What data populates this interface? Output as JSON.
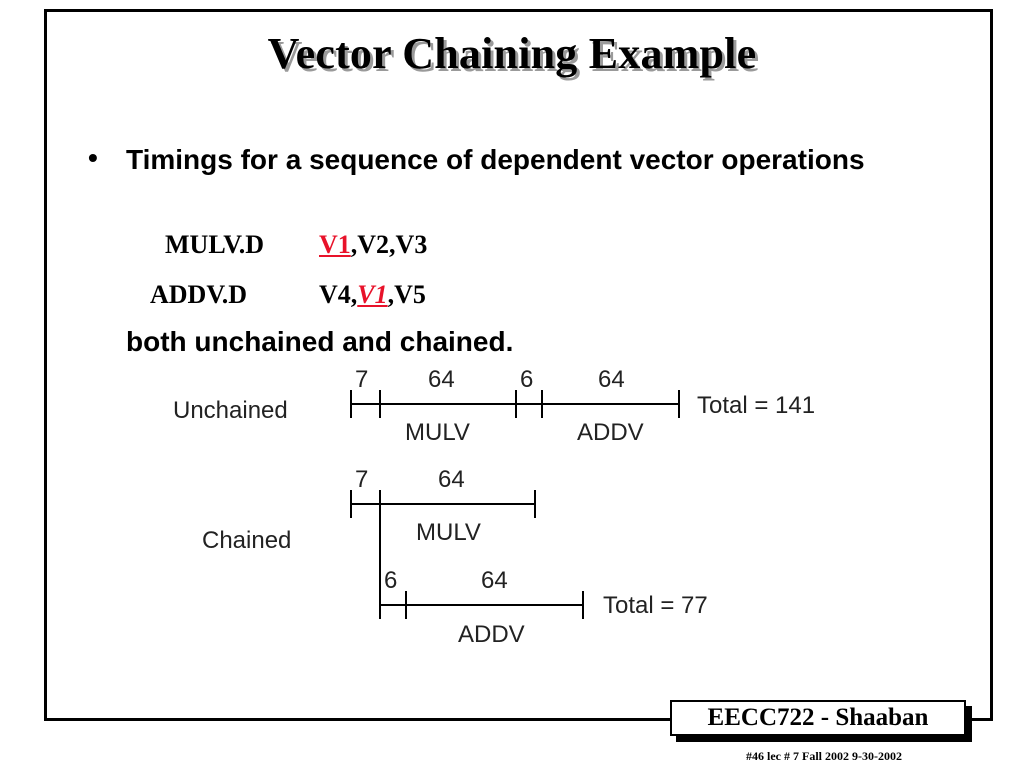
{
  "title": "Vector Chaining Example",
  "bullet": "Timings for a sequence of dependent vector operations",
  "instructions": [
    {
      "op": "MULV.D",
      "r1": "V1",
      "r2": ",V2,V3"
    },
    {
      "op": "ADDV.D",
      "r1": "V4,",
      "r2": "V1",
      "r3": ",V5"
    }
  ],
  "cut_text": "both unchained and chained.",
  "diagram": {
    "unchained": {
      "label": "Unchained",
      "segments": [
        "7",
        "64",
        "6",
        "64"
      ],
      "ops": [
        "MULV",
        "ADDV"
      ],
      "total": "Total = 141"
    },
    "chained": {
      "label": "Chained",
      "mulv_segments": [
        "7",
        "64"
      ],
      "mulv_op": "MULV",
      "addv_segments": [
        "6",
        "64"
      ],
      "addv_op": "ADDV",
      "total": "Total = 77"
    }
  },
  "badge": "EECC722 - Shaaban",
  "footer": "#46   lec # 7    Fall 2002   9-30-2002"
}
